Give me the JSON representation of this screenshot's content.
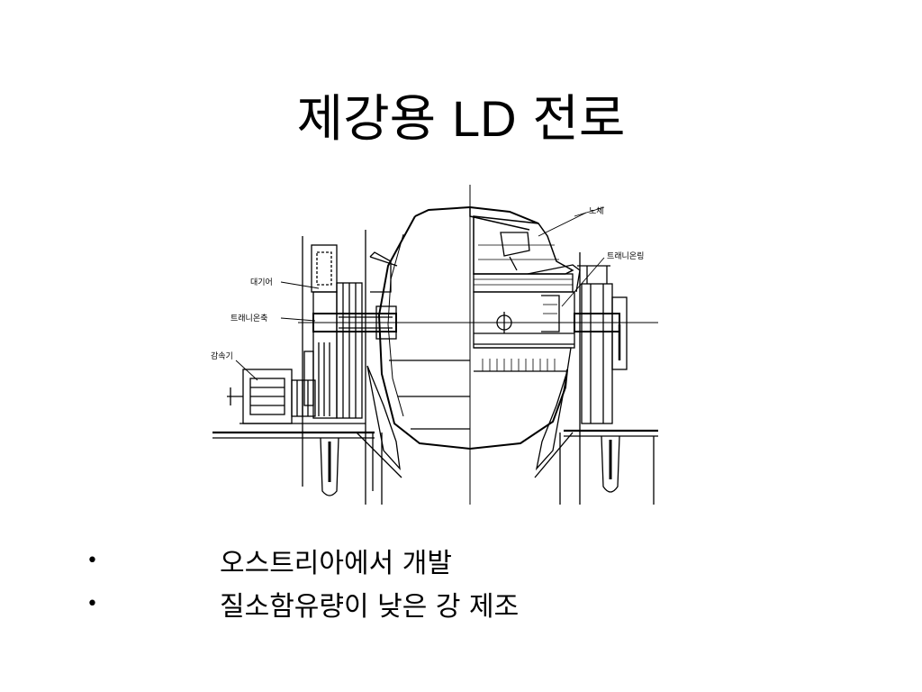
{
  "slide": {
    "title_before": "제강용 ",
    "title_latin": "LD",
    "title_after": " 전로"
  },
  "figure": {
    "labels": {
      "furnace_body": "노체",
      "trunnion_ring": "트래니온링",
      "bull_gear": "대기어",
      "trunnion_shaft": "트래니온축",
      "reducer": "감속기"
    }
  },
  "bullets": {
    "marker": "•",
    "items": [
      "오스트리아에서 개발",
      "질소함유량이 낮은 강 제조"
    ]
  }
}
